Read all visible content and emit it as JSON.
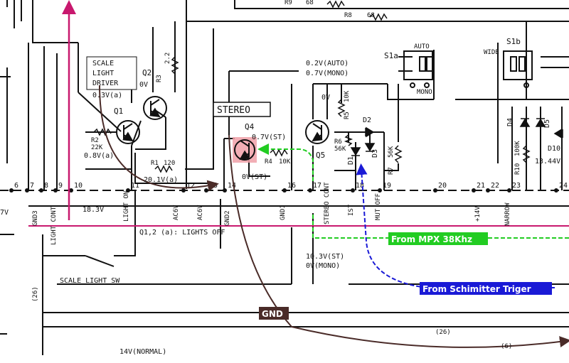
{
  "resistors": {
    "r9": "R9",
    "r9_val": "68",
    "r8": "R8",
    "r8_val": "68",
    "r3": "R3",
    "r3_val": "2.2",
    "r2": "R2",
    "r2_val": "22K",
    "r1": "R1",
    "r1_val": "120",
    "r4": "R4",
    "r4_val": "10K",
    "r5": "R5",
    "r5_val": "10K",
    "r6": "R6",
    "r6_val": "56K",
    "r7": "R7",
    "r7_val": "56K",
    "r10": "R10",
    "r10_val": "100K"
  },
  "transistors": {
    "q1": "Q1",
    "q2": "Q2",
    "q4": "Q4",
    "q5": "Q5"
  },
  "diodes": {
    "d1": "D1",
    "d2": "D2",
    "d3": "D3",
    "d4": "D4",
    "d5": "D5",
    "d10": "D10"
  },
  "switches": {
    "s1a": "S1a",
    "s1b": "S1b",
    "auto": "AUTO",
    "mono": "MONO",
    "wide": "WIDE"
  },
  "labels": {
    "scale_line1": "SCALE",
    "scale_line2": "LIGHT",
    "scale_line3": "DRIVER",
    "q2_v": "0V",
    "q1_v": "0.3V(a)",
    "r2_v": "0.8V(a)",
    "r1_v": "20.1V(a)",
    "stereo_box": "STEREO",
    "q4_v": "0.7V(ST)",
    "q4_v2": "0V(ST)",
    "q5_v_auto": "0.2V(AUTO)",
    "q5_v_mono": "0.7V(MONO)",
    "q5_base": "0V",
    "v_18_3": "18.3V",
    "lights_off": "Q1,2 (a): LIGHTS OFF",
    "scale_sw": "SCALE LIGHT SW",
    "st_v1": "10.3V(ST)",
    "st_v2": "0V(MONO)",
    "v_13_44": "13.44V",
    "v_14_normal": "14V(NORMAL)",
    "v_7": "7V"
  },
  "connector_pins": [
    "6",
    "7",
    "8",
    "9",
    "10",
    "11",
    "12",
    "13",
    "14",
    "16",
    "17",
    "18",
    "19",
    "20",
    "21",
    "22",
    "23",
    "24"
  ],
  "pin_labels": {
    "gnd3": "GND3",
    "light_cont": "LIGHT CONT",
    "light_on": "LIGHT ON",
    "ac6v_a": "AC6V",
    "ac6v_b": "AC6V",
    "gnd2": "GND2",
    "gnd1": "GND1",
    "stereo_cont": "STEREO CONT",
    "ist": "IST",
    "mut_off": "MUT OFF",
    "plus14v": "+14V",
    "narrow": "NARROW"
  },
  "wire_numbers": {
    "n26a": "(26)",
    "n26b": "(26)",
    "n6": "(6)"
  },
  "annotations": {
    "from_mpx": "From MPX 38Khz",
    "from_schmitt": "From Schimitter Triger",
    "gnd": "GND"
  },
  "colors": {
    "magenta_line": "#c8186e",
    "green_signal": "#22cc22",
    "blue_signal": "#1a1ad6",
    "gnd_path": "#4a2b28",
    "highlight": "#f0a0a8"
  }
}
